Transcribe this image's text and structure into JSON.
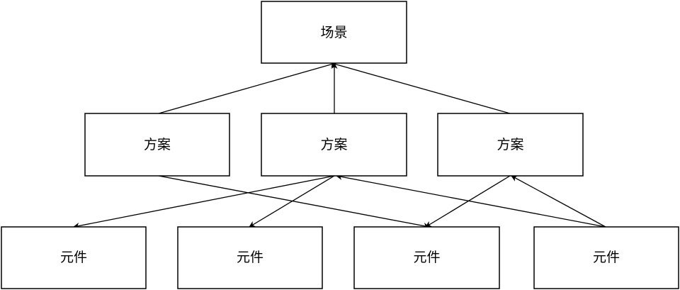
{
  "diagram": {
    "nodes": {
      "scene": {
        "label": "场景"
      },
      "scheme_1": {
        "label": "方案"
      },
      "scheme_2": {
        "label": "方案"
      },
      "scheme_3": {
        "label": "方案"
      },
      "component_1": {
        "label": "元件"
      },
      "component_2": {
        "label": "元件"
      },
      "component_3": {
        "label": "元件"
      },
      "component_4": {
        "label": "元件"
      }
    },
    "edges": [
      {
        "from": "scheme_1",
        "to": "scene"
      },
      {
        "from": "scheme_2",
        "to": "scene"
      },
      {
        "from": "scheme_3",
        "to": "scene"
      },
      {
        "from": "scheme_2",
        "to": "component_1"
      },
      {
        "from": "scheme_2",
        "to": "component_2"
      },
      {
        "from": "scheme_1",
        "to": "component_3"
      },
      {
        "from": "scheme_3",
        "to": "component_3"
      },
      {
        "from": "component_4",
        "to": "scheme_2"
      },
      {
        "from": "component_4",
        "to": "scheme_3"
      }
    ]
  }
}
